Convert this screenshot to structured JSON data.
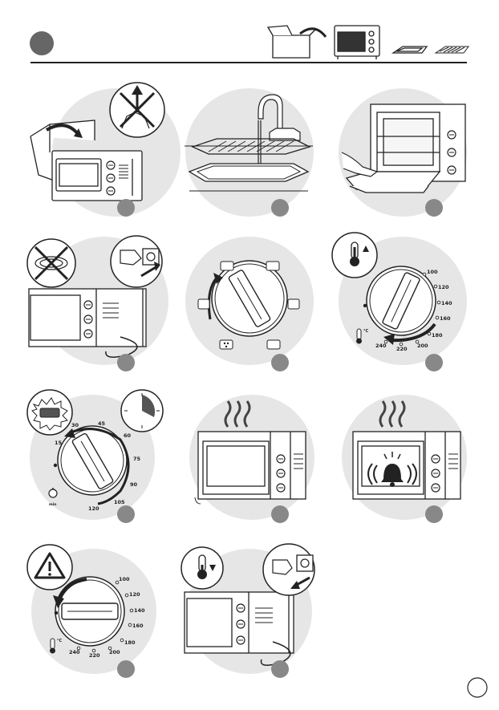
{
  "header": {
    "box_icon": "open-box-icon",
    "oven_icon": "oven-icon",
    "tray_icon": "baking-tray-icon",
    "rack_icon": "wire-rack-icon"
  },
  "steps": [
    {
      "id": 1,
      "icon": "unpack-oven"
    },
    {
      "id": 2,
      "icon": "wash-rack-and-tray"
    },
    {
      "id": 3,
      "icon": "insert-tray"
    },
    {
      "id": 4,
      "icon": "plug-in-cord"
    },
    {
      "id": 5,
      "icon": "mode-selector-knob"
    },
    {
      "id": 6,
      "icon": "temperature-knob"
    },
    {
      "id": 7,
      "icon": "timer-knob"
    },
    {
      "id": 8,
      "icon": "oven-heating"
    },
    {
      "id": 9,
      "icon": "oven-bell-ring"
    },
    {
      "id": 10,
      "icon": "turn-off-temperature"
    },
    {
      "id": 11,
      "icon": "unplug-cord"
    }
  ],
  "temp_dial": {
    "t100": "100",
    "t120": "120",
    "t140": "140",
    "t160": "160",
    "t180": "180",
    "t200": "200",
    "t220": "220",
    "t240": "240",
    "unit": "°C"
  },
  "timer_dial": {
    "m15": "15",
    "m30": "30",
    "m45": "45",
    "m60": "60",
    "m75": "75",
    "m90": "90",
    "m105": "105",
    "m120": "120",
    "unit": "min"
  },
  "colors": {
    "circle": "#e6e6e6",
    "badge": "#888888",
    "line": "#222222"
  }
}
